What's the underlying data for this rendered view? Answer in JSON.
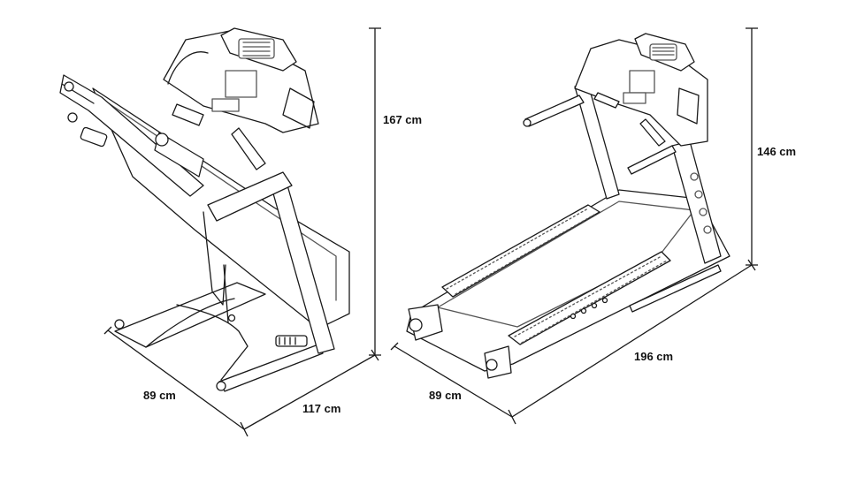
{
  "figures": [
    {
      "name": "folded-treadmill",
      "dimensions": {
        "width": "89 cm",
        "depth": "117 cm",
        "height": "167 cm"
      }
    },
    {
      "name": "unfolded-treadmill",
      "dimensions": {
        "width": "89 cm",
        "length": "196 cm",
        "height": "146 cm"
      }
    }
  ],
  "colors": {
    "line": "#1a1a1a",
    "fill": "#ffffff",
    "detail": "#555555"
  }
}
